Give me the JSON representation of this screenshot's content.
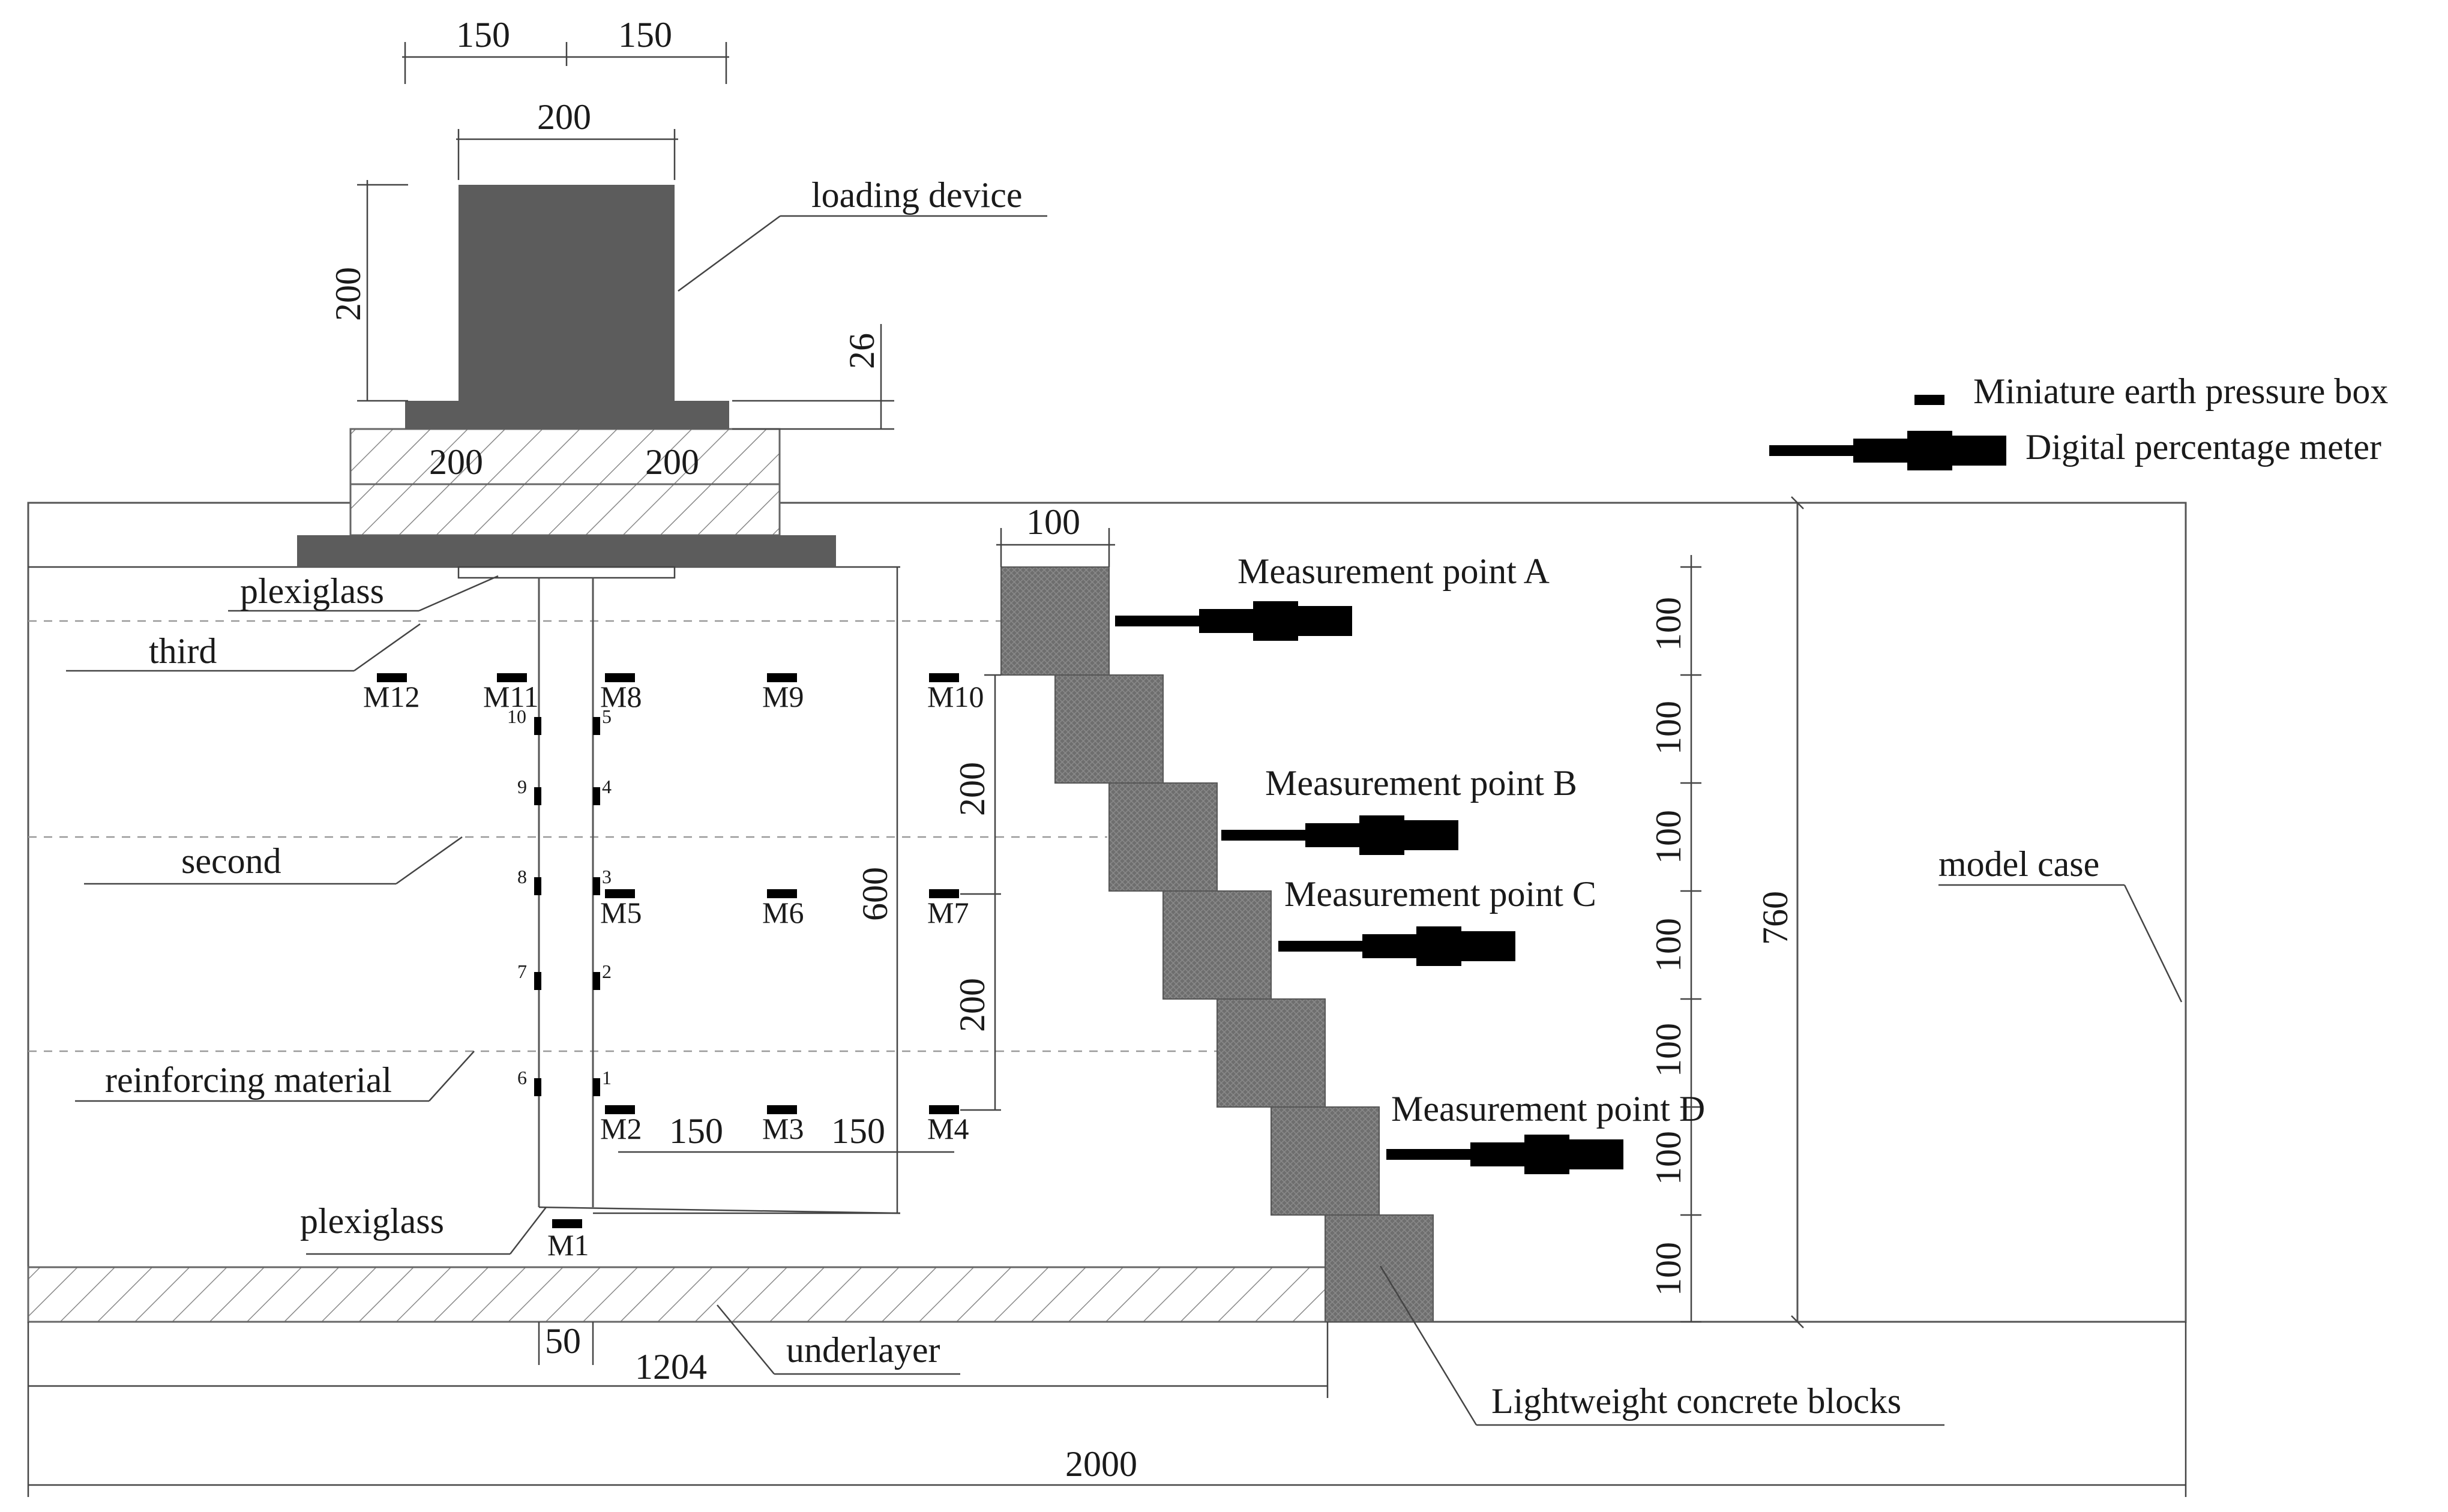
{
  "labels": {
    "loading_device": "loading device",
    "plexiglass_top": "plexiglass",
    "third": "third",
    "second": "second",
    "reinforcing_material": "reinforcing material",
    "plexiglass_bottom": "plexiglass",
    "underlayer": "underlayer",
    "model_case": "model case",
    "lightweight_blocks": "Lightweight concrete blocks",
    "point_a": "Measurement point A",
    "point_b": "Measurement point B",
    "point_c": "Measurement point C",
    "point_d": "Measurement point D"
  },
  "legend": {
    "pressure_box": "Miniature earth pressure box",
    "percentage_meter": "Digital percentage meter"
  },
  "dimensions": {
    "top_left_150": "150",
    "top_right_150": "150",
    "load_width": "200",
    "load_height": "200",
    "plate_thickness": "26",
    "pad_left": "200",
    "pad_right": "200",
    "block_width": "100",
    "upper_200": "200",
    "lower_200": "200",
    "wall_height": "600",
    "case_height": "760",
    "step_1": "100",
    "step_2": "100",
    "step_3": "100",
    "step_4": "100",
    "step_5": "100",
    "step_6": "100",
    "step_7": "100",
    "m_spacing_1": "150",
    "m_spacing_2": "150",
    "plexi_width": "50",
    "backfill_length": "1204",
    "total_length": "2000"
  },
  "markers": {
    "m1": "M1",
    "m2": "M2",
    "m3": "M3",
    "m4": "M4",
    "m5": "M5",
    "m6": "M6",
    "m7": "M7",
    "m8": "M8",
    "m9": "M9",
    "m10": "M10",
    "m11": "M11",
    "m12": "M12"
  },
  "small_markers": {
    "s1": "1",
    "s2": "2",
    "s3": "3",
    "s4": "4",
    "s5": "5",
    "s6": "6",
    "s7": "7",
    "s8": "8",
    "s9": "9",
    "s10": "10"
  }
}
